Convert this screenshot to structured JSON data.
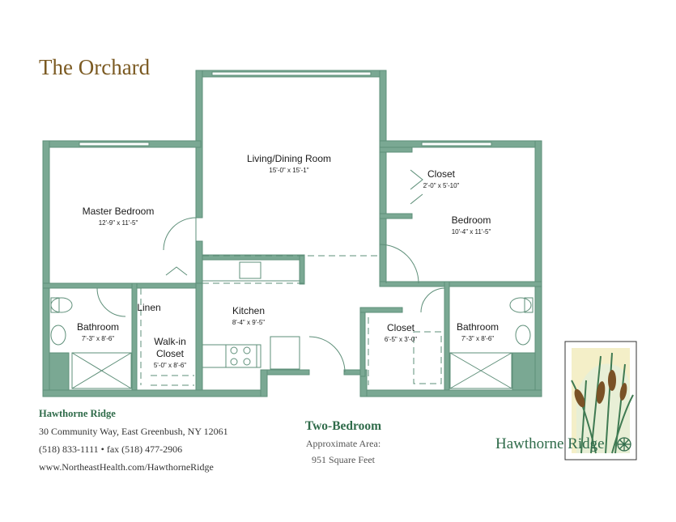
{
  "title": "The Orchard",
  "rooms": [
    {
      "name": "Living/Dining Room",
      "size": "15'-0\" x 15'-1\""
    },
    {
      "name": "Master Bedroom",
      "size": "12'-9\" x 11'-5\""
    },
    {
      "name": "Closet",
      "size": "2'-0\" x 5'-10\""
    },
    {
      "name": "Bedroom",
      "size": "10'-4\" x 11'-5\""
    },
    {
      "name": "Bathroom",
      "size": "7'-3\" x 8'-6\""
    },
    {
      "name": "Linen",
      "size": ""
    },
    {
      "name": "Walk-in Closet",
      "size": "5'-0\" x 8'-6\""
    },
    {
      "name": "Kitchen",
      "size": "8'-4\" x 9'-5\""
    },
    {
      "name": "Closet",
      "size": "6'-5\" x 3'-0\""
    },
    {
      "name": "Bathroom",
      "size": "7'-3\" x 8'-6\""
    }
  ],
  "contact": {
    "name": "Hawthorne Ridge",
    "address": "30 Community Way, East Greenbush, NY 12061",
    "phone": "(518) 833-1111 • fax (518) 477-2906",
    "website": "www.NortheastHealth.com/HawthorneRidge"
  },
  "unit": {
    "type": "Two-Bedroom",
    "area_label": "Approximate Area:",
    "area_value": "951 Square Feet"
  },
  "brand": "Hawthorne Ridge",
  "colors": {
    "wall": "#7aa893",
    "wall_dark": "#5e8f79",
    "title": "#7b5a22",
    "accent_green": "#2f6b4a"
  }
}
